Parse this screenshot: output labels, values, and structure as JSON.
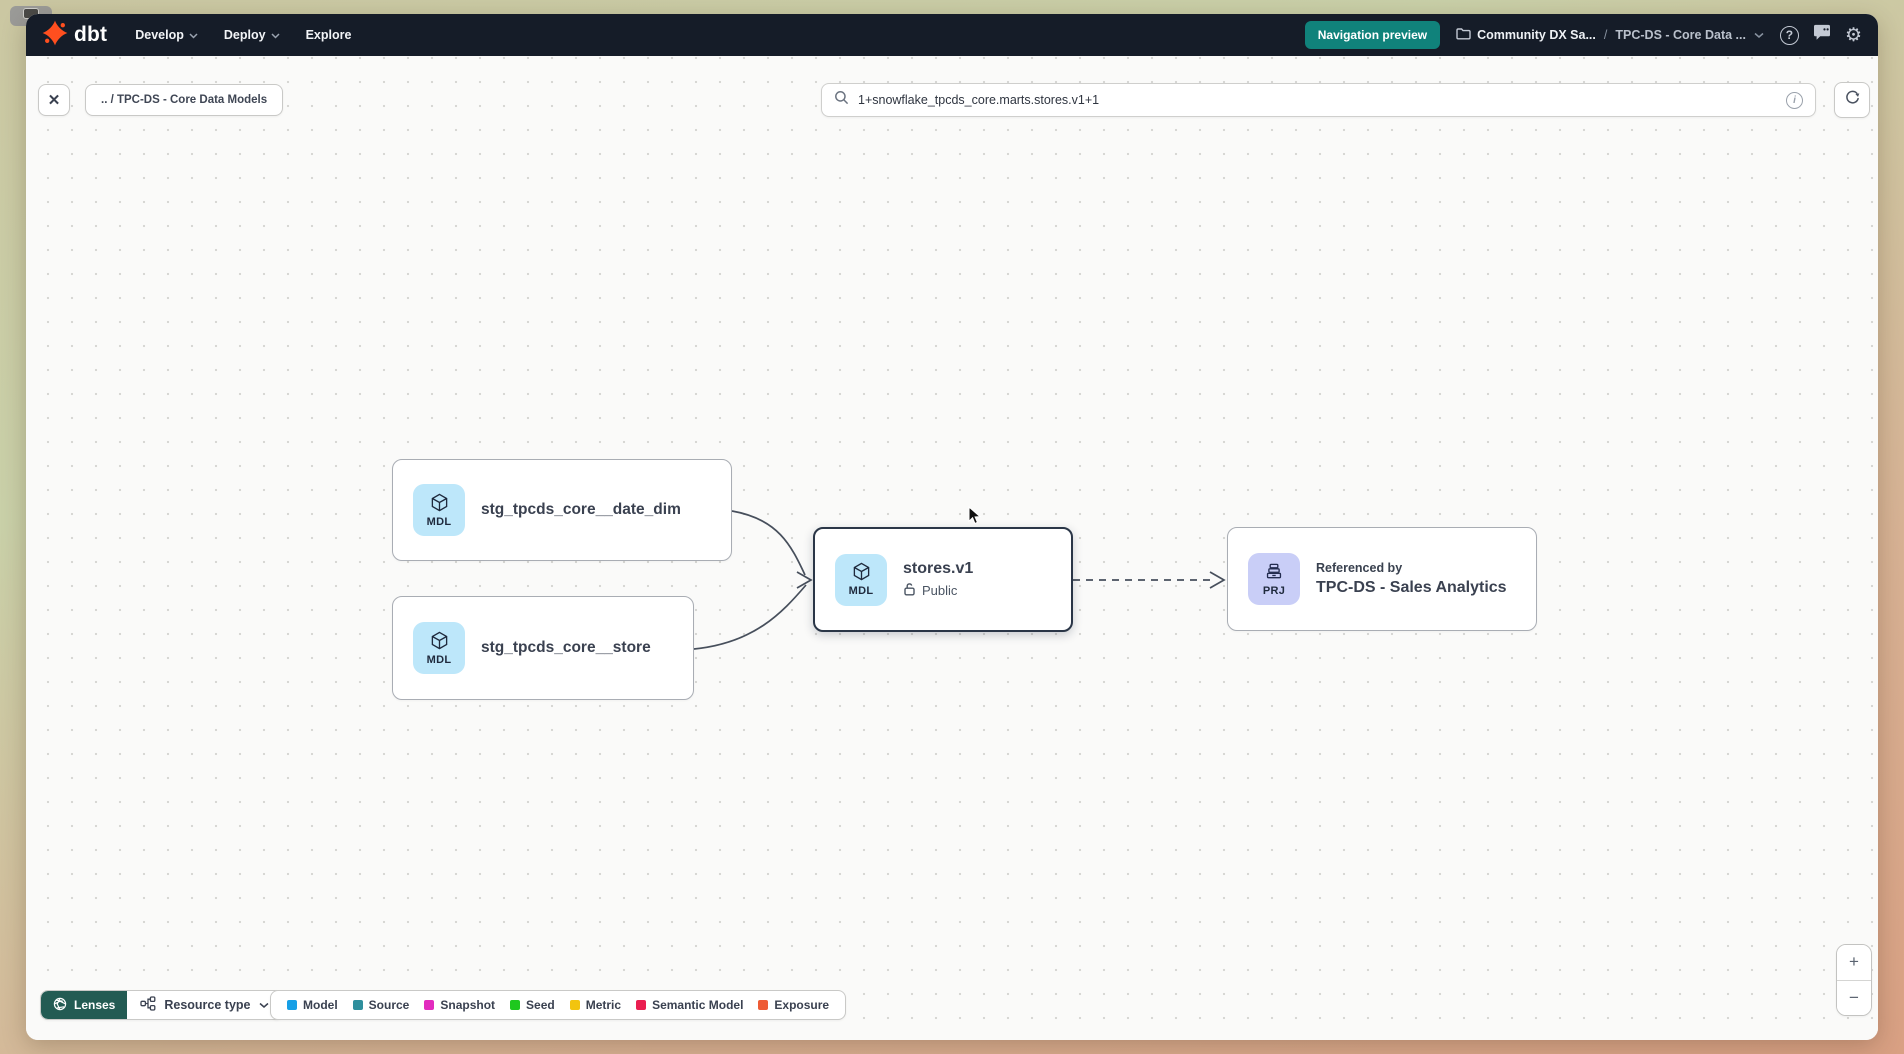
{
  "navbar": {
    "logo_text": "dbt",
    "menu": [
      {
        "label": "Develop"
      },
      {
        "label": "Deploy"
      },
      {
        "label": "Explore"
      }
    ],
    "preview_button": "Navigation preview",
    "account": "Community DX Sa...",
    "breadcrumb_separator": "/",
    "project": "TPC-DS - Core Data ...",
    "help_glyph": "?",
    "gear_glyph": "⚙"
  },
  "toolbar": {
    "close_glyph": "✕",
    "breadcrumb_chip": ".. / TPC-DS - Core Data Models",
    "search_value": "1+snowflake_tpcds_core.marts.stores.v1+1",
    "info_glyph": "i"
  },
  "canvas": {
    "nodes": [
      {
        "badge": "MDL",
        "label": "stg_tpcds_core__date_dim"
      },
      {
        "badge": "MDL",
        "label": "stg_tpcds_core__store"
      },
      {
        "badge": "MDL",
        "label": "stores.v1",
        "access": "Public"
      },
      {
        "badge": "PRJ",
        "kicker": "Referenced by",
        "label": "TPC-DS - Sales Analytics"
      }
    ]
  },
  "footer": {
    "lenses_label": "Lenses",
    "resource_type_label": "Resource type",
    "legend": [
      {
        "label": "Model",
        "color": "#169fe6"
      },
      {
        "label": "Source",
        "color": "#2f8f9d"
      },
      {
        "label": "Snapshot",
        "color": "#e22bbe"
      },
      {
        "label": "Seed",
        "color": "#1ec81e"
      },
      {
        "label": "Metric",
        "color": "#f2c40f"
      },
      {
        "label": "Semantic Model",
        "color": "#ea1e50"
      },
      {
        "label": "Exposure",
        "color": "#ee5b35"
      }
    ],
    "zoom_in": "+",
    "zoom_out": "−"
  },
  "colors": {
    "navbar_bg": "#151c28",
    "accent_teal": "#10827b",
    "lenses_bg": "#235b53",
    "model_badge_bg": "#bde7fa",
    "project_badge_bg": "#c9cef7",
    "selected_node_border": "#2a3647",
    "dbt_orange": "#ff4f1f"
  }
}
